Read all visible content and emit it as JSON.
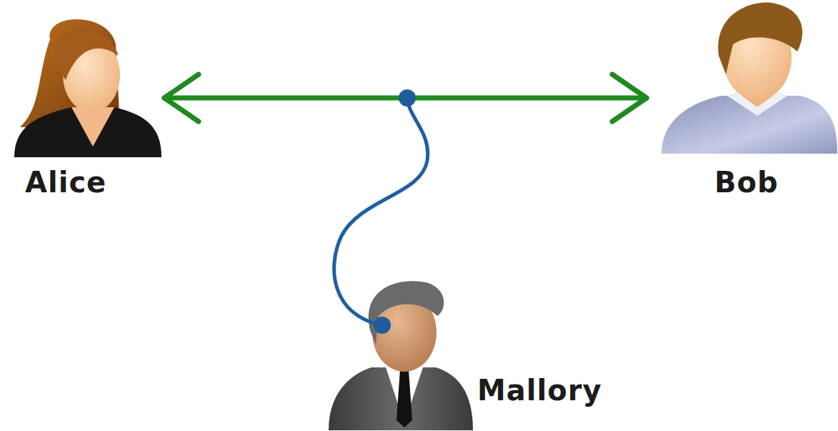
{
  "diagram": {
    "nodes": [
      {
        "text": [
          "Alice"
        ]
      },
      {
        "text": [
          "Bob"
        ]
      },
      {
        "text": [
          "Mallory"
        ]
      }
    ],
    "edges": [
      {
        "from": 0,
        "to": 1,
        "arrow": "both"
      }
    ]
  }
}
